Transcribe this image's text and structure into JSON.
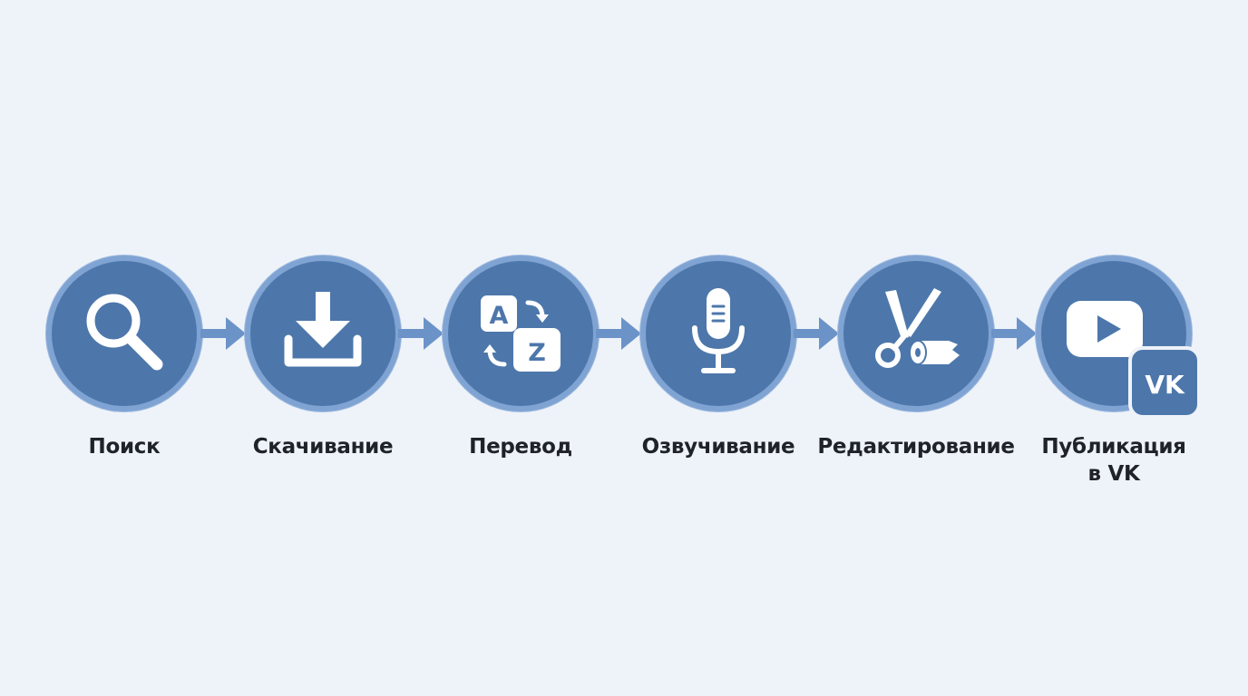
{
  "colors": {
    "background": "#eef3f9",
    "circle_fill": "#4d77ab",
    "circle_ring": "#7fa3d2",
    "arrow": "#6b93c8",
    "icon": "#ffffff",
    "label_text": "#1f2329"
  },
  "steps": [
    {
      "icon": "search-icon",
      "label_line1": "Поиск",
      "label_line2": ""
    },
    {
      "icon": "download-icon",
      "label_line1": "Скачивание",
      "label_line2": ""
    },
    {
      "icon": "translate-icon",
      "label_line1": "Перевод",
      "label_line2": "",
      "glyph_a": "A",
      "glyph_z": "Z"
    },
    {
      "icon": "microphone-icon",
      "label_line1": "Озвучивание",
      "label_line2": ""
    },
    {
      "icon": "scissors-tape-icon",
      "label_line1": "Редактирование",
      "label_line2": ""
    },
    {
      "icon": "video-play-icon",
      "label_line1": "Публикация",
      "label_line2": "в VK",
      "badge_text": "VK"
    }
  ]
}
